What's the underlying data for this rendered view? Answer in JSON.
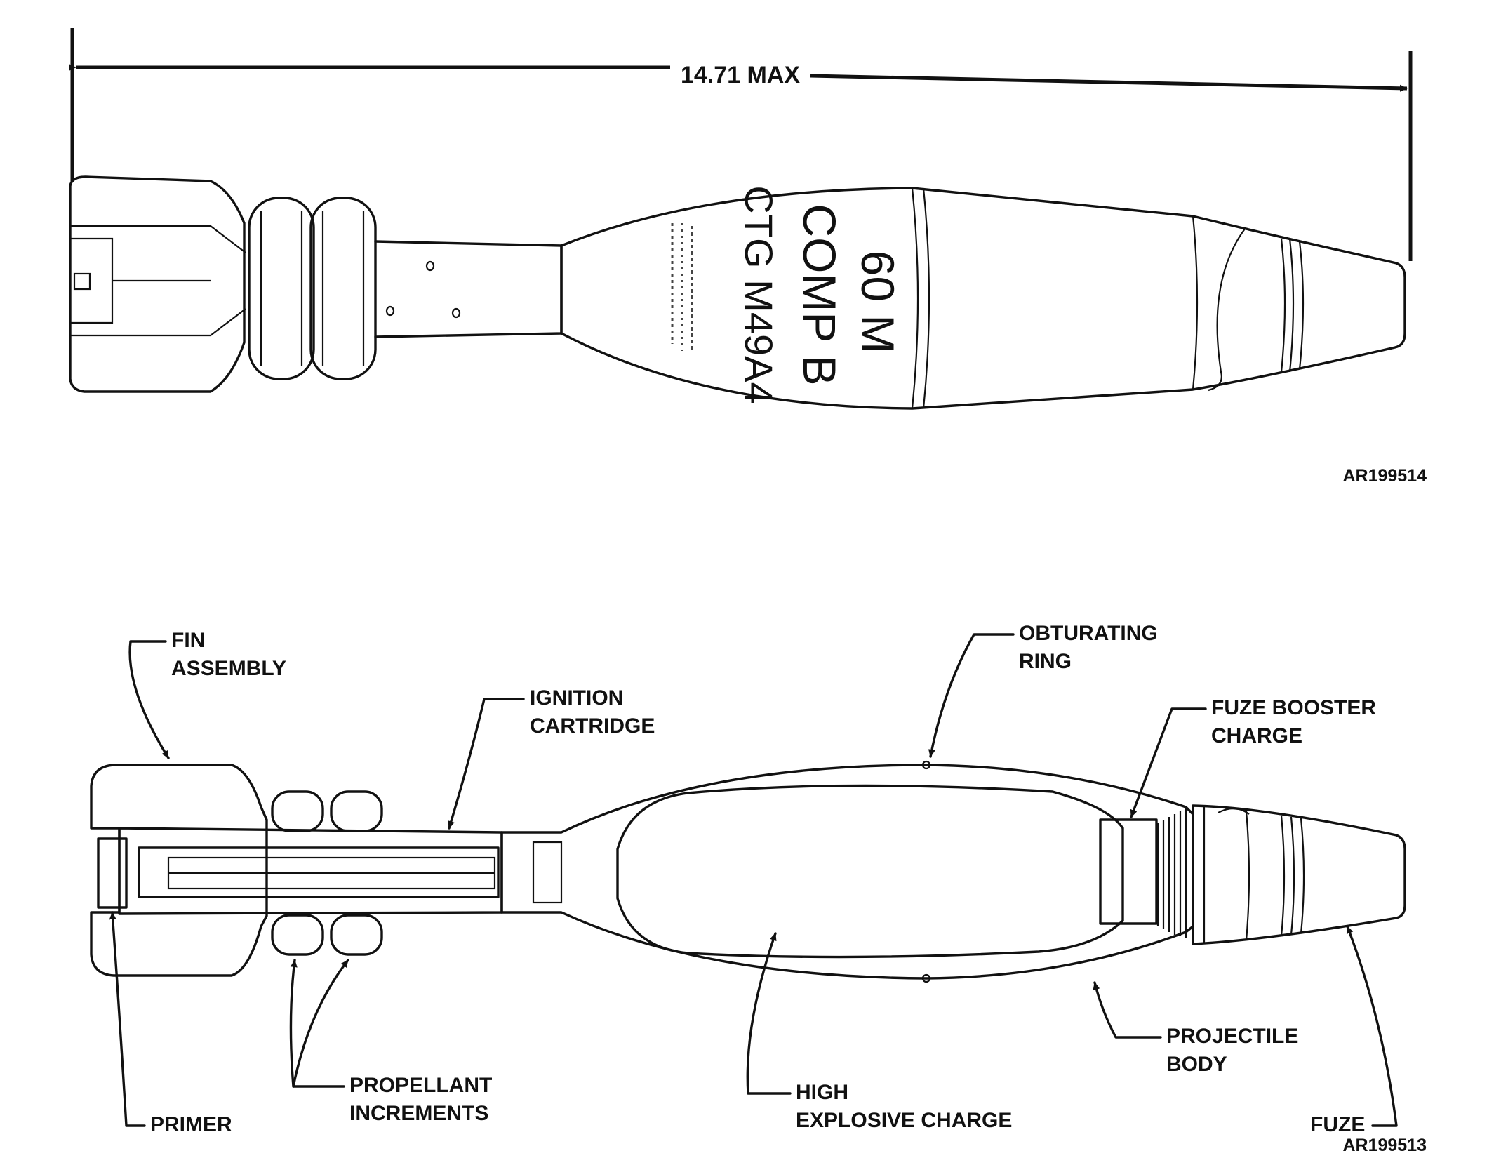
{
  "top_view": {
    "dimension_label": "14.71 MAX",
    "markings": [
      "60 M",
      "COMP B",
      "CTG M49A4"
    ],
    "figure_id": "AR199514"
  },
  "cutaway_view": {
    "labels": {
      "fin_assembly": [
        "FIN",
        "ASSEMBLY"
      ],
      "ignition_cartridge": [
        "IGNITION",
        "CARTRIDGE"
      ],
      "obturating_ring": [
        "OBTURATING",
        "RING"
      ],
      "fuze_booster_charge": [
        "FUZE BOOSTER",
        "CHARGE"
      ],
      "primer": "PRIMER",
      "propellant_increments": [
        "PROPELLANT",
        "INCREMENTS"
      ],
      "high_explosive_charge": [
        "HIGH",
        "EXPLOSIVE CHARGE"
      ],
      "projectile_body": [
        "PROJECTILE",
        "BODY"
      ],
      "fuze": "FUZE"
    },
    "figure_id": "AR199513"
  }
}
